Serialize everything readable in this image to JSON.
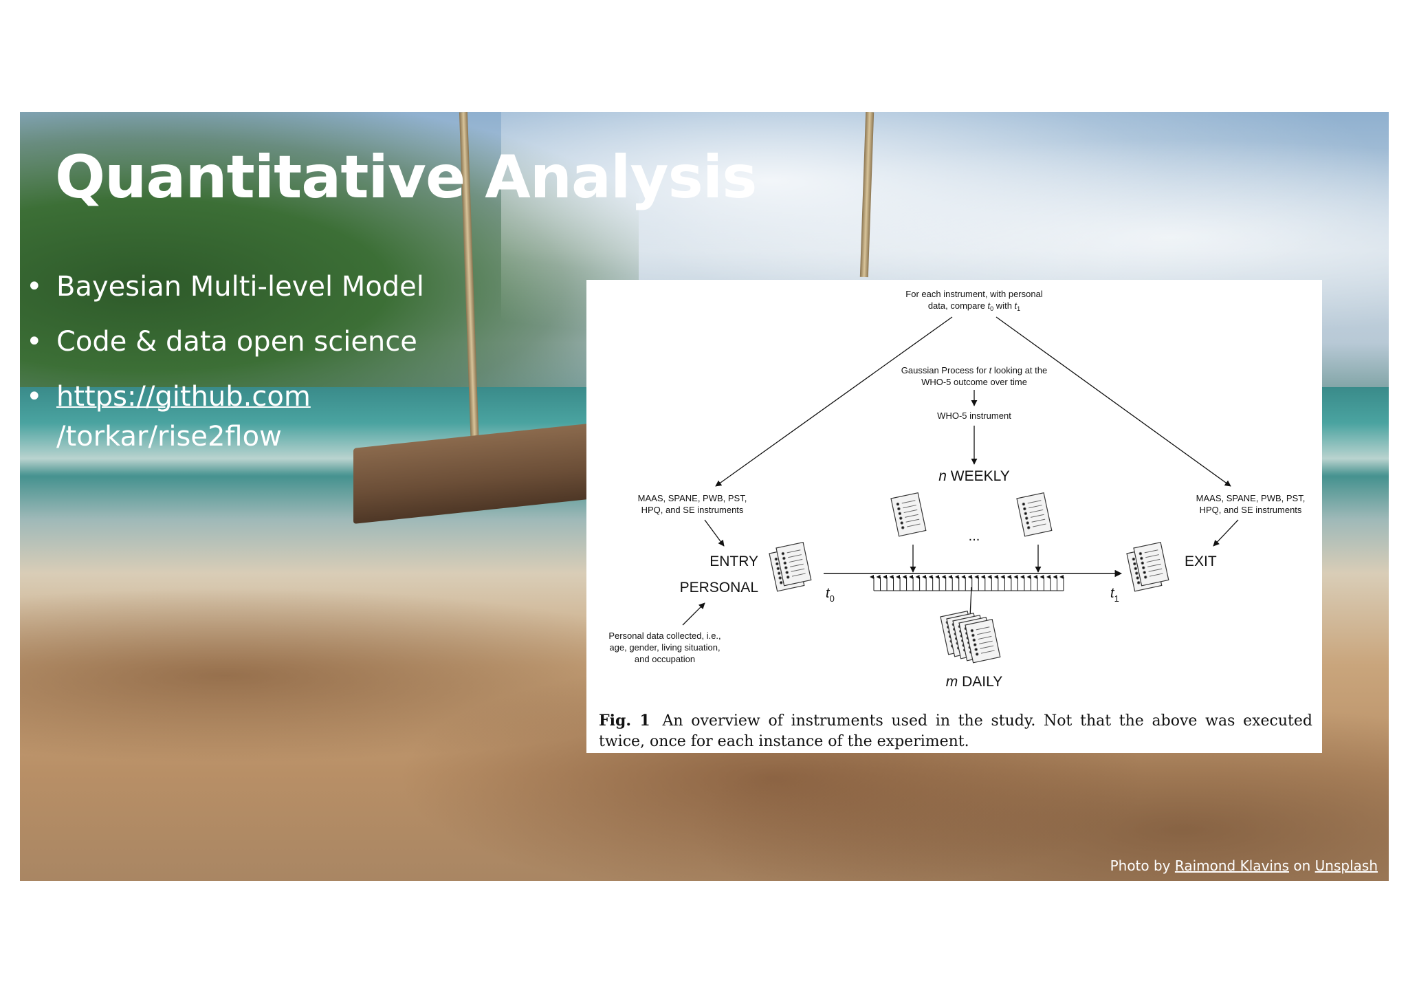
{
  "slide": {
    "title": "Quantitative Analysis",
    "bullets": [
      {
        "text": "Bayesian Multi-level Model"
      },
      {
        "text": "Code & data open science"
      },
      {
        "link_line1": "https://github.com",
        "link_line2": "/torkar/rise2flow"
      }
    ],
    "bullet_glyph": "•"
  },
  "figure": {
    "top_note_line1": "For each instrument, with personal",
    "top_note_line2_a": "data, compare ",
    "top_note_t0": "t",
    "top_note_sub0": "0",
    "top_note_with": " with ",
    "top_note_t1": "t",
    "top_note_sub1": "1",
    "gp_line1_a": "Gaussian Process for ",
    "gp_line1_t": "t",
    "gp_line1_b": " looking at the",
    "gp_line2": "WHO-5 outcome over time",
    "who5": "WHO-5 instrument",
    "weekly_n": "n",
    "weekly_label": " WEEKLY",
    "ellipsis": "...",
    "left_instr_line1": "MAAS, SPANE, PWB, PST,",
    "left_instr_line2": "HPQ, and SE instruments",
    "right_instr_line1": "MAAS, SPANE, PWB, PST,",
    "right_instr_line2": "HPQ, and SE instruments",
    "entry": "ENTRY",
    "personal": "PERSONAL",
    "exit": "EXIT",
    "t0_t": "t",
    "t0_sub": "0",
    "t1_t": "t",
    "t1_sub": "1",
    "personal_note_line1": "Personal data collected, i.e.,",
    "personal_note_line2": "age, gender, living situation,",
    "personal_note_line3": "and occupation",
    "daily_m": "m",
    "daily_label": " DAILY",
    "caption_label": "Fig. 1",
    "caption_text": "An overview of instruments used in the study. Not that the above was executed twice, once for each instance of the experiment."
  },
  "credit": {
    "prefix": "Photo by ",
    "author": "Raimond Klavins",
    "middle": " on ",
    "site": "Unsplash"
  },
  "colors": {
    "title": "#ffffff",
    "diagram_ink": "#111111"
  }
}
